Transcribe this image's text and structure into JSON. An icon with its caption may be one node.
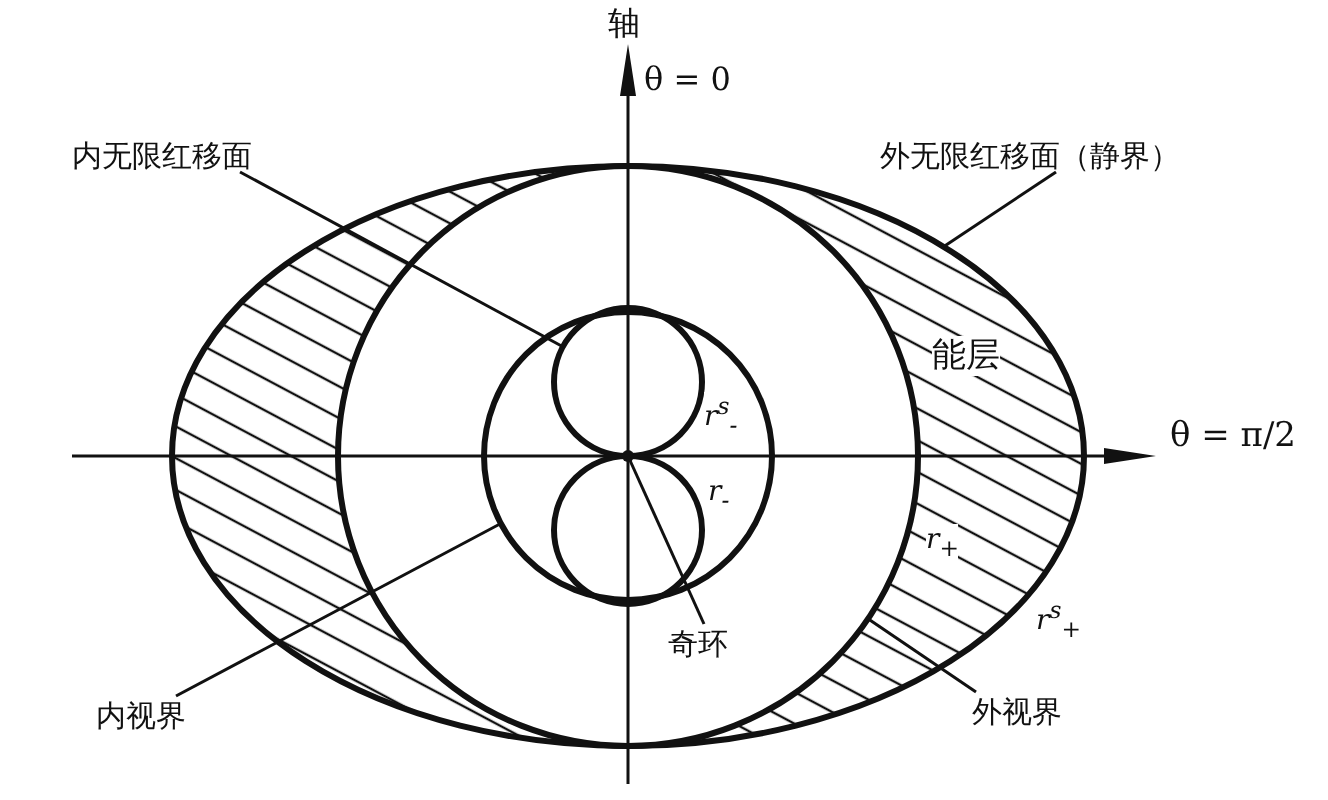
{
  "diagram": {
    "nodes": [
      {
        "text": [
          "内无限红移面"
        ]
      },
      {
        "text": [
          "外无限红移面（静界）"
        ]
      },
      {
        "text": [
          "内视界"
        ]
      },
      {
        "text": [
          "奇环"
        ],
        "in": 6
      },
      {
        "text": [
          "外视界"
        ]
      },
      {
        "text": [],
        "shape": "ellipse"
      },
      {
        "text": [],
        "shape": "circle",
        "in": 5
      },
      {
        "text": [],
        "shape": "circle",
        "in": 6
      },
      {
        "text": [],
        "shape": "circle",
        "in": 7
      },
      {
        "text": [],
        "shape": "circle",
        "in": 7
      },
      {
        "text": [],
        "shape": "dot",
        "in": 7
      }
    ],
    "edges": [
      {
        "from": 0,
        "to": 8,
        "arrow": "none"
      },
      {
        "from": 1,
        "to": 5,
        "arrow": "none"
      },
      {
        "from": 2,
        "to": 7,
        "arrow": "none"
      },
      {
        "from": 3,
        "to": 10,
        "arrow": "none"
      },
      {
        "from": 4,
        "to": 6,
        "arrow": "none"
      }
    ],
    "labels": [
      "轴",
      "θ = 0",
      "能层",
      "θ = π/2",
      "r$^{s}$$_{-}$",
      "r$_{-}$",
      "r$_{+}$",
      "r$^{s}$$_{+}$"
    ]
  }
}
